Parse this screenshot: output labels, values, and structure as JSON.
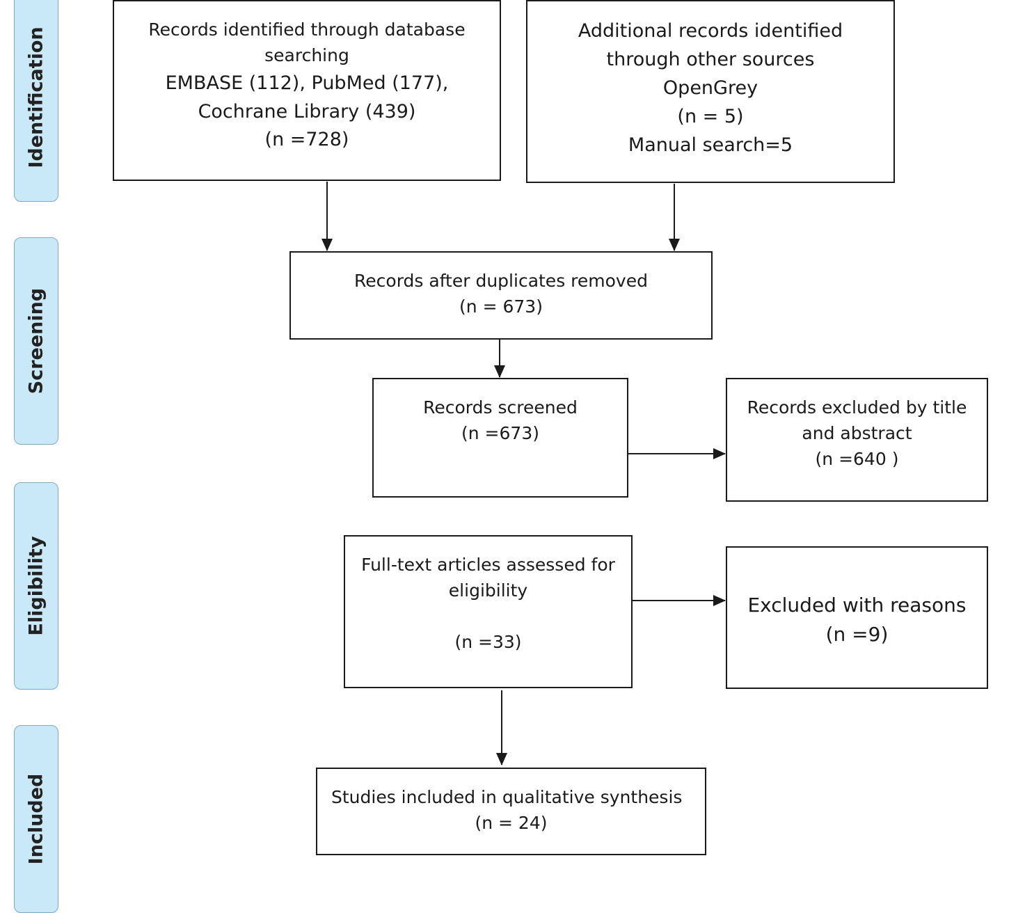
{
  "stages": {
    "identification": "Identification",
    "screening": "Screening",
    "eligibility": "Eligibility",
    "included": "Included"
  },
  "boxes": {
    "database": {
      "lines": [
        "Records identified through database",
        "searching",
        "EMBASE (112), PubMed (177),",
        "Cochrane Library (439)",
        "(n =728)"
      ]
    },
    "other_sources": {
      "lines": [
        "Additional records identified",
        "through other sources",
        "OpenGrey",
        "(n = 5)",
        "Manual search=5"
      ]
    },
    "duplicates_removed": {
      "lines": [
        "Records after duplicates removed",
        "(n = 673)"
      ]
    },
    "screened": {
      "lines": [
        "Records screened",
        "(n =673)"
      ]
    },
    "excluded_title": {
      "lines": [
        "Records excluded by title",
        "and abstract",
        "(n =640 )"
      ]
    },
    "fulltext": {
      "lines": [
        "Full-text articles assessed for",
        "eligibility",
        "(n =33)"
      ]
    },
    "excluded_reasons": {
      "lines": [
        "Excluded with reasons",
        "(n =9)"
      ]
    },
    "included_studies": {
      "lines": [
        "Studies included in qualitative synthesis",
        "(n = 24)"
      ]
    }
  },
  "colors": {
    "stage_fill": "#c9e8f8",
    "stage_border": "#7fa9c2",
    "box_border": "#1a1a1a"
  }
}
